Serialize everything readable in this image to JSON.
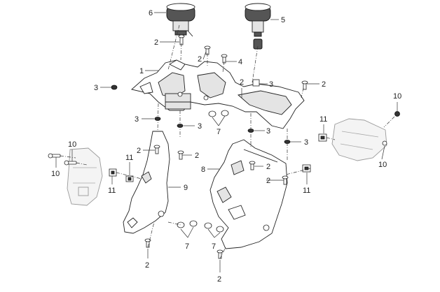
{
  "diagram": {
    "callouts": [
      {
        "text": "6"
      },
      {
        "text": "5"
      },
      {
        "text": "2"
      },
      {
        "text": "2"
      },
      {
        "text": "4"
      },
      {
        "text": "1"
      },
      {
        "text": "3"
      },
      {
        "text": "3"
      },
      {
        "text": "2"
      },
      {
        "text": "2"
      },
      {
        "text": "10"
      },
      {
        "text": "3"
      },
      {
        "text": "3"
      },
      {
        "text": "7"
      },
      {
        "text": "3"
      },
      {
        "text": "3"
      },
      {
        "text": "11"
      },
      {
        "text": "10"
      },
      {
        "text": "10"
      },
      {
        "text": "2"
      },
      {
        "text": "2"
      },
      {
        "text": "8"
      },
      {
        "text": "2"
      },
      {
        "text": "2"
      },
      {
        "text": "11"
      },
      {
        "text": "11"
      },
      {
        "text": "10"
      },
      {
        "text": "11"
      },
      {
        "text": "9"
      },
      {
        "text": "7"
      },
      {
        "text": "7"
      },
      {
        "text": "2"
      },
      {
        "text": "2"
      }
    ]
  }
}
